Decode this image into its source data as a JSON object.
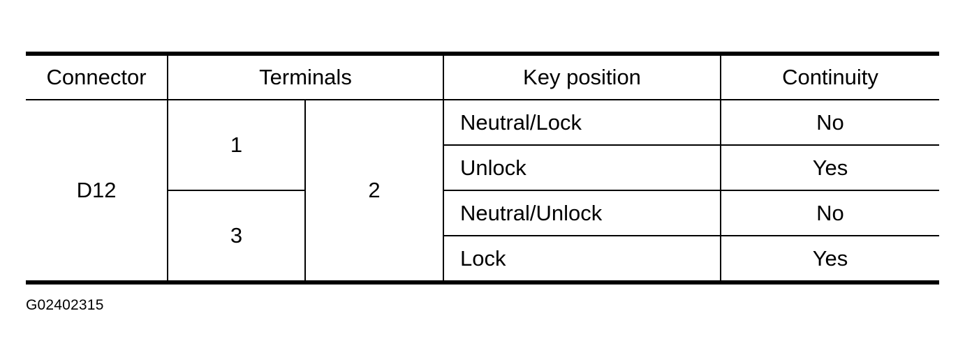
{
  "table": {
    "headers": {
      "connector": "Connector",
      "terminals": "Terminals",
      "key_position": "Key position",
      "continuity": "Continuity"
    },
    "connector": "D12",
    "terminal_a": [
      "1",
      "3"
    ],
    "terminal_b": "2",
    "rows": [
      {
        "key_position": "Neutral/Lock",
        "continuity": "No"
      },
      {
        "key_position": "Unlock",
        "continuity": "Yes"
      },
      {
        "key_position": "Neutral/Unlock",
        "continuity": "No"
      },
      {
        "key_position": "Lock",
        "continuity": "Yes"
      }
    ]
  },
  "reference_code": "G02402315"
}
